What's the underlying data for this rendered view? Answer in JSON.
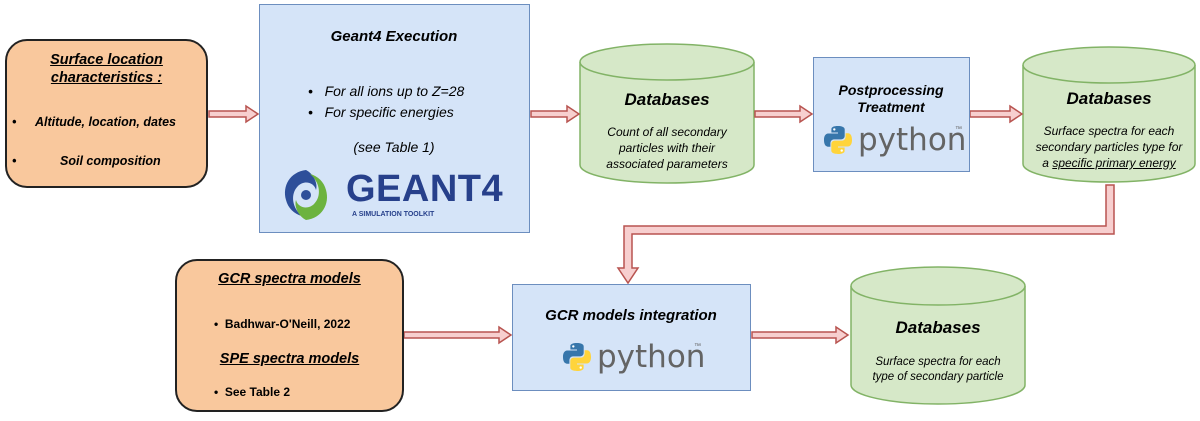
{
  "surface": {
    "title_line1": "Surface location",
    "title_line2": "characteristics :",
    "items": [
      "Altitude, location, dates",
      "Soil composition"
    ]
  },
  "geant": {
    "title": "Geant4 Execution",
    "items": [
      "For all ions up to Z=28",
      "For specific energies"
    ],
    "see": "(see Table 1)",
    "logo_word": "GEANT4",
    "logo_tagline": "A SIMULATION TOOLKIT"
  },
  "db1": {
    "title": "Databases",
    "desc": [
      "Count of all secondary",
      "particles with their",
      "associated parameters"
    ]
  },
  "post": {
    "title_line1": "Postprocessing",
    "title_line2": "Treatment",
    "logo_word": "python",
    "logo_tm": "™"
  },
  "db2": {
    "title": "Databases",
    "desc_line1": "Surface spectra for each",
    "desc_line2": "secondary particles type for",
    "desc_line3_prefix": "a ",
    "desc_line3_underlined": "specific primary energy"
  },
  "models": {
    "gcr_title": "GCR spectra models",
    "gcr_item": "Badhwar-O'Neill, 2022",
    "spe_title": "SPE spectra models",
    "spe_item": "See Table 2"
  },
  "gcr_int": {
    "title": "GCR models integration",
    "logo_word": "python",
    "logo_tm": "™"
  },
  "db3": {
    "title": "Databases",
    "desc": [
      "Surface spectra for each",
      "type of secondary particle"
    ]
  },
  "colors": {
    "orange_fill": "#f9c89d",
    "blue_fill": "#d5e4f8",
    "green_fill": "#d6e8c8",
    "green_stroke": "#82b366",
    "arrow_fill": "#f7cfcf",
    "arrow_stroke": "#b85450"
  }
}
